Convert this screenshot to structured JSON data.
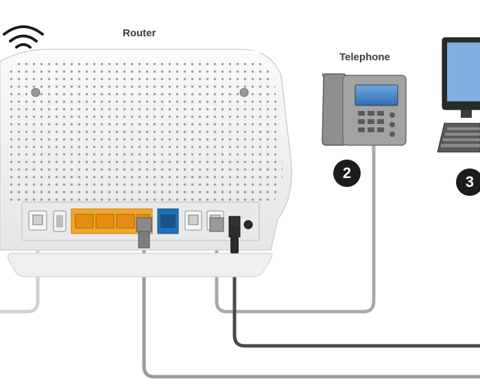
{
  "labels": {
    "router": "Router",
    "telephone": "Telephone"
  },
  "badges": {
    "telephone_step": "2",
    "computer_step": "3"
  },
  "colors": {
    "router_body": "#f4f4f4",
    "lan_ports": "#f2a628",
    "wan_port": "#1f72b8",
    "cable_light": "#c8c8c8",
    "cable_mid": "#9a9a9a",
    "cable_dark": "#4a4a4a",
    "badge": "#1c1c1c"
  }
}
